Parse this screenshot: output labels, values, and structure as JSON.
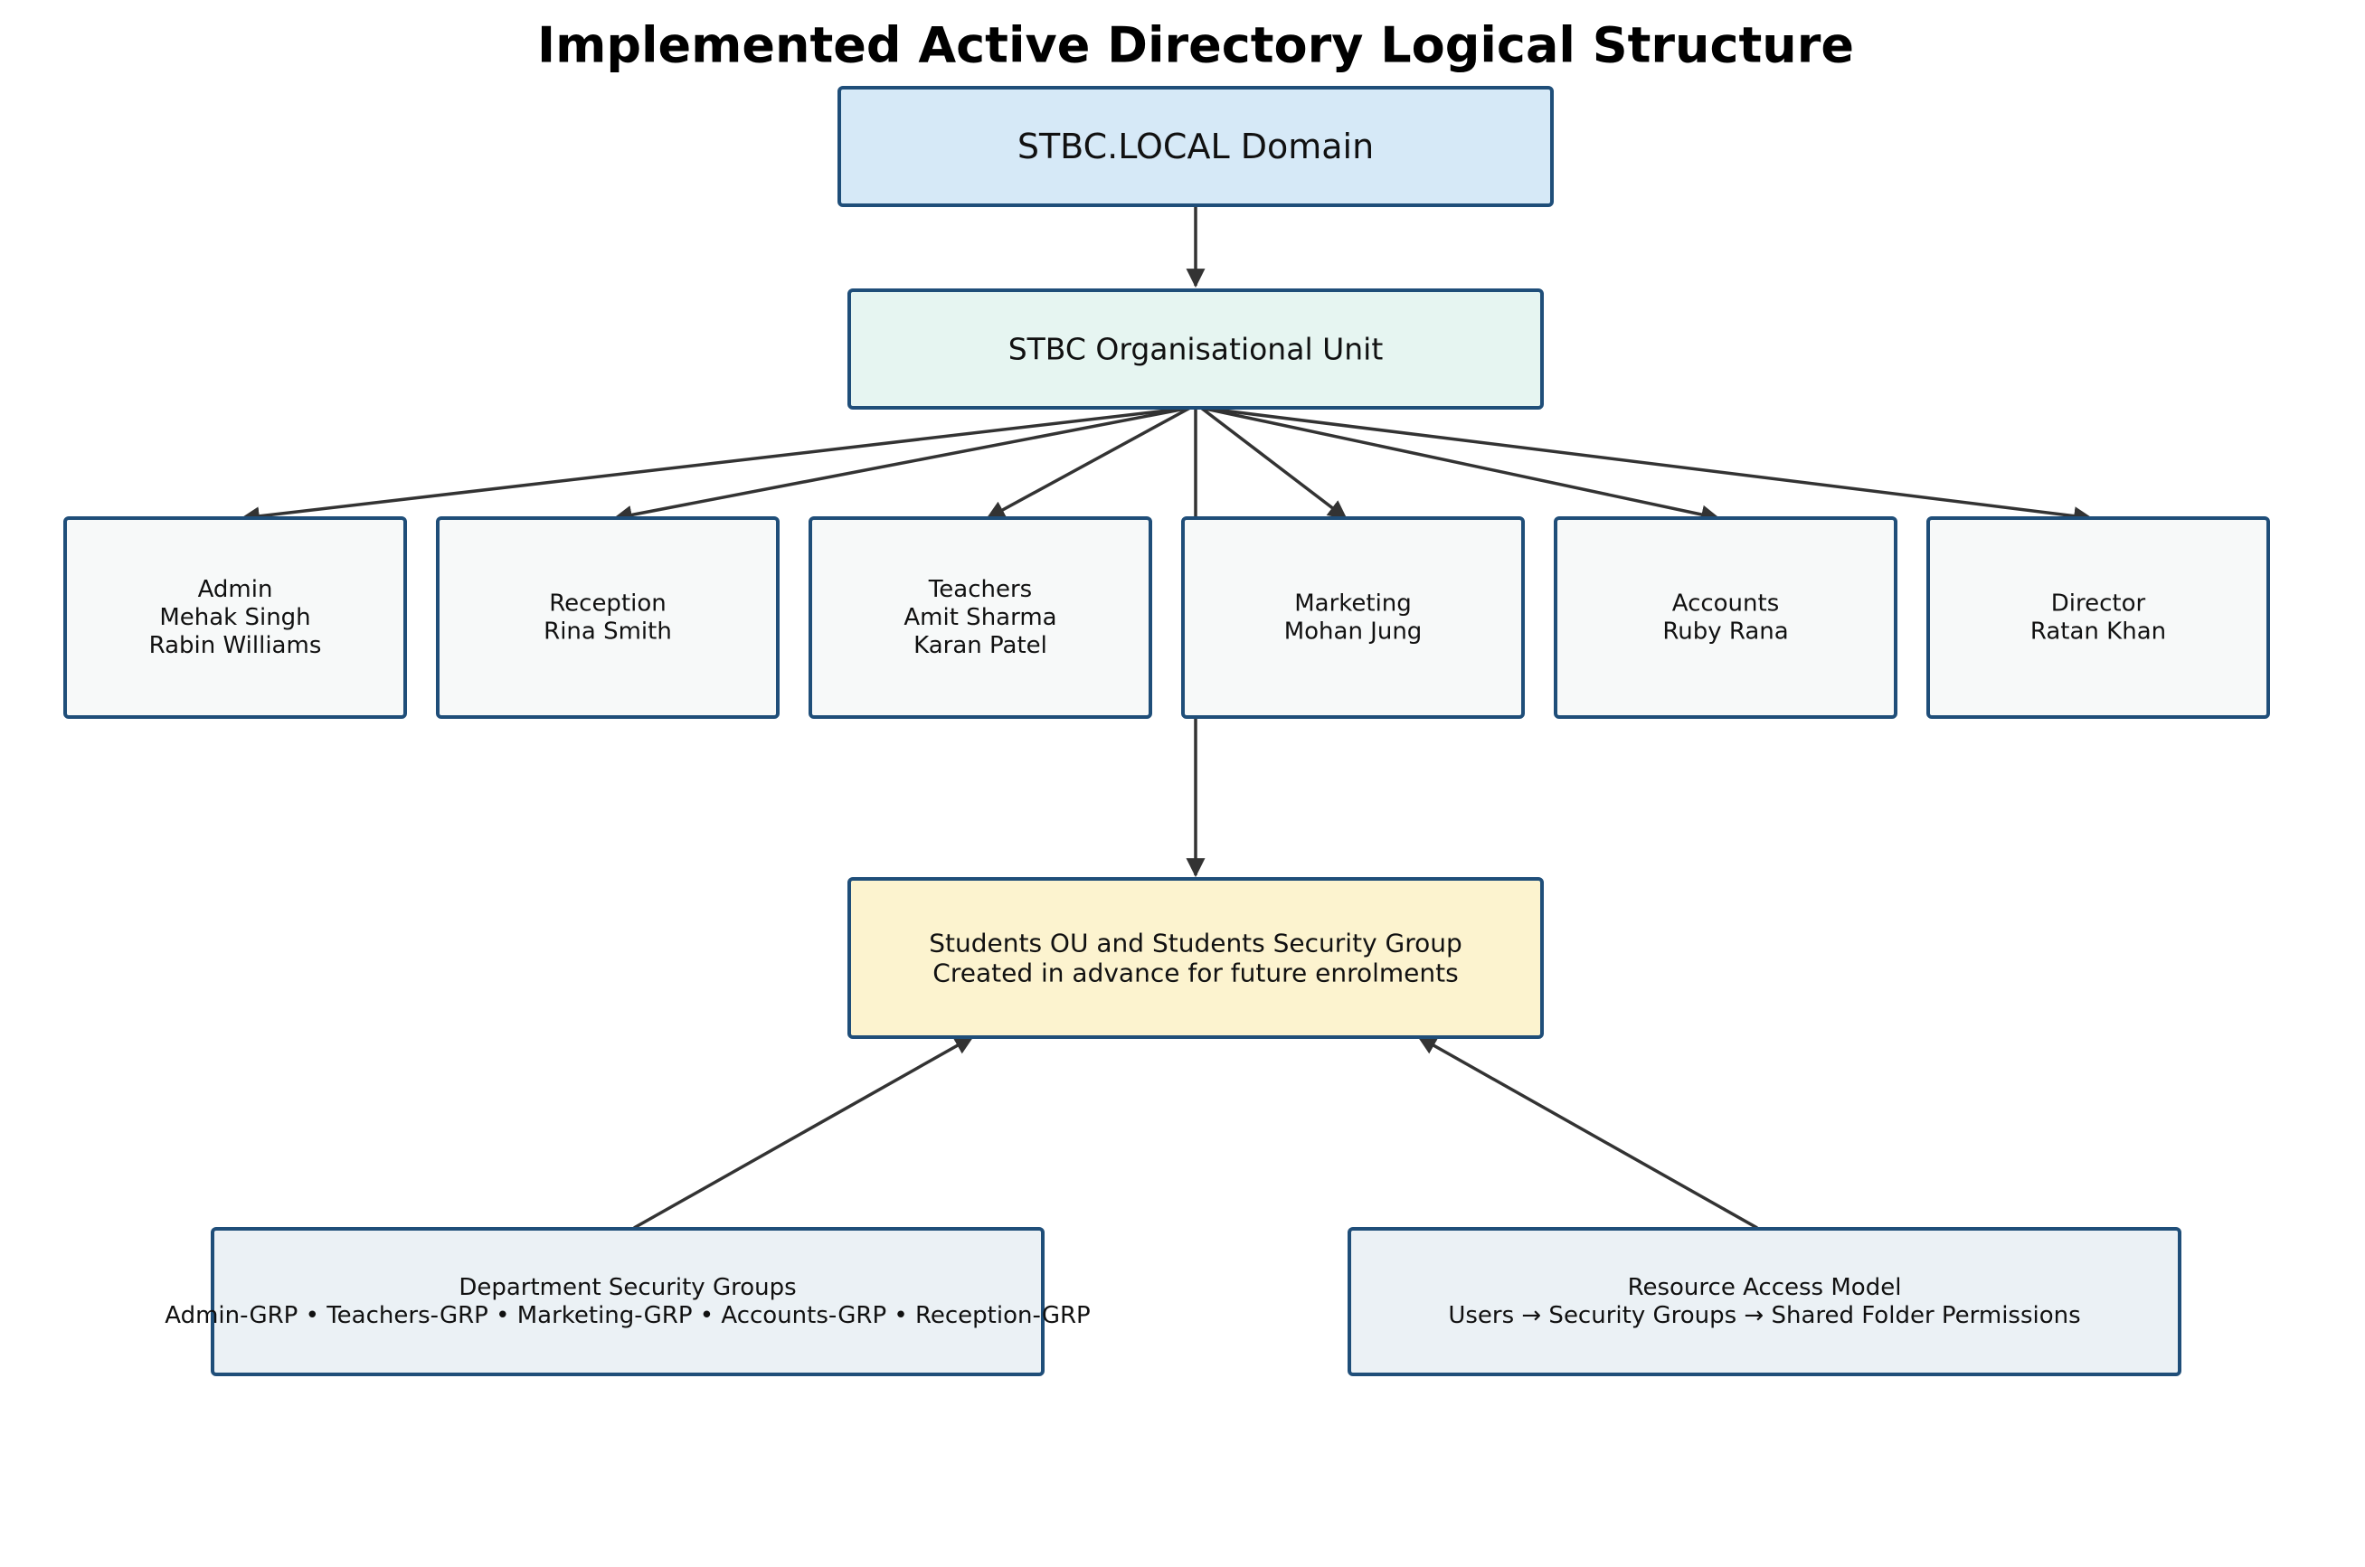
{
  "diagram": {
    "title": "Implemented Active Directory Logical Structure",
    "colors": {
      "border": "#1f4e79",
      "connector": "#333333",
      "domain_fill": "#d6e9f7",
      "ou_fill": "#e6f5f1",
      "department_fill": "#f7f9f9",
      "students_fill": "#fcf3cf",
      "info_fill": "#ebf1f5"
    },
    "domain": {
      "label": "STBC.LOCAL Domain"
    },
    "ou": {
      "label": "STBC Organisational Unit"
    },
    "departments": [
      {
        "lines": [
          "Admin",
          "Mehak Singh",
          "Rabin Williams"
        ]
      },
      {
        "lines": [
          "Reception",
          "Rina Smith"
        ]
      },
      {
        "lines": [
          "Teachers",
          "Amit Sharma",
          "Karan Patel"
        ]
      },
      {
        "lines": [
          "Marketing",
          "Mohan Jung"
        ]
      },
      {
        "lines": [
          "Accounts",
          "Ruby Rana"
        ]
      },
      {
        "lines": [
          "Director",
          "Ratan Khan"
        ]
      }
    ],
    "students": {
      "lines": [
        "Students OU and Students Security Group",
        "Created in advance for future enrolments"
      ]
    },
    "security_groups": {
      "lines": [
        "Department Security Groups",
        "Admin-GRP • Teachers-GRP • Marketing-GRP • Accounts-GRP • Reception-GRP"
      ]
    },
    "access_model": {
      "lines": [
        "Resource Access Model",
        "Users → Security Groups → Shared Folder Permissions"
      ]
    }
  }
}
